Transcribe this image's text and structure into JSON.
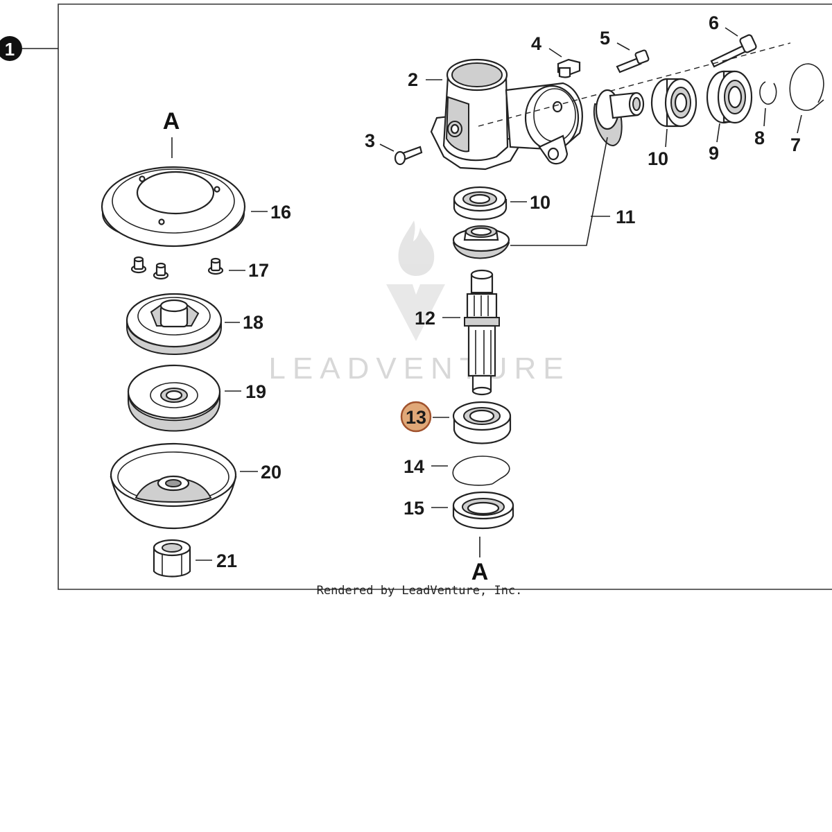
{
  "diagram": {
    "assembly_marker": "1",
    "section_marker_top": "A",
    "section_marker_bottom": "A",
    "credit": "Rendered by LeadVenture, Inc.",
    "watermark": "LEADVENTURE",
    "highlight_color": "#e0a878",
    "highlighted_part": "13",
    "callouts": {
      "p2": "2",
      "p3": "3",
      "p4": "4",
      "p5": "5",
      "p6": "6",
      "p7": "7",
      "p8": "8",
      "p9": "9",
      "p10a": "10",
      "p10b": "10",
      "p11": "11",
      "p12": "12",
      "p13": "13",
      "p14": "14",
      "p15": "15",
      "p16": "16",
      "p17": "17",
      "p18": "18",
      "p19": "19",
      "p20": "20",
      "p21": "21"
    }
  }
}
